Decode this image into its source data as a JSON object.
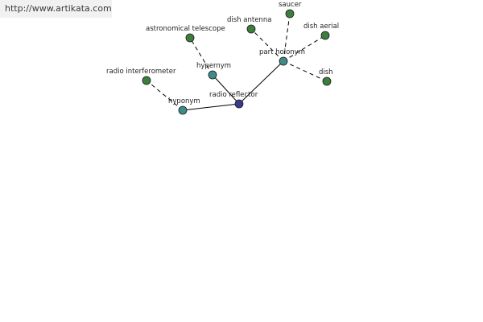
{
  "watermark": {
    "text": "http://www.artikata.com"
  },
  "colors": {
    "center_node": "#3a3a8c",
    "relation_node": "#3f8b8a",
    "leaf_node": "#3c7f3c",
    "node_stroke": "#1a1a1a",
    "edge": "#000000"
  },
  "graph": {
    "nodes": [
      {
        "id": "radio-reflector",
        "label": "radio reflector",
        "kind": "center"
      },
      {
        "id": "hyponym",
        "label": "hyponym",
        "kind": "relation"
      },
      {
        "id": "hypernym",
        "label": "hypernym",
        "kind": "relation"
      },
      {
        "id": "part-holonym",
        "label": "part holonym",
        "kind": "relation"
      },
      {
        "id": "radio-interferometer",
        "label": "radio interferometer",
        "kind": "leaf"
      },
      {
        "id": "astronomical-telescope",
        "label": "astronomical telescope",
        "kind": "leaf"
      },
      {
        "id": "dish-antenna",
        "label": "dish antenna",
        "kind": "leaf"
      },
      {
        "id": "saucer",
        "label": "saucer",
        "kind": "leaf"
      },
      {
        "id": "dish-aerial",
        "label": "dish aerial",
        "kind": "leaf"
      },
      {
        "id": "dish",
        "label": "dish",
        "kind": "leaf"
      }
    ],
    "edges": [
      {
        "from": "radio-reflector",
        "to": "hyponym",
        "style": "solid"
      },
      {
        "from": "radio-reflector",
        "to": "hypernym",
        "style": "solid"
      },
      {
        "from": "radio-reflector",
        "to": "part-holonym",
        "style": "solid"
      },
      {
        "from": "hyponym",
        "to": "radio-interferometer",
        "style": "dashed"
      },
      {
        "from": "hypernym",
        "to": "astronomical-telescope",
        "style": "dashed"
      },
      {
        "from": "part-holonym",
        "to": "dish-antenna",
        "style": "dashed"
      },
      {
        "from": "part-holonym",
        "to": "saucer",
        "style": "dashed"
      },
      {
        "from": "part-holonym",
        "to": "dish-aerial",
        "style": "dashed"
      },
      {
        "from": "part-holonym",
        "to": "dish",
        "style": "dashed"
      }
    ]
  }
}
